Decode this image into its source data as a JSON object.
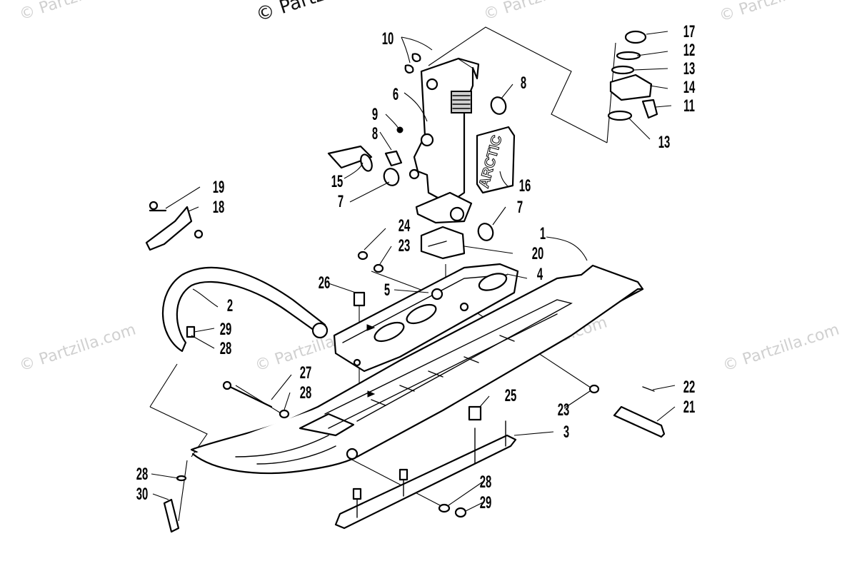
{
  "watermarks": [
    "© Partzilla.com",
    "© Partzilla.com",
    "© Partzilla.com",
    "© Partzilla.com",
    "© Partzilla.com",
    "© Partzilla.com",
    "© Partzilla.com"
  ],
  "copyright": "© Partzilla.com",
  "decal_text": "ARCTIC",
  "callouts": [
    "1",
    "2",
    "3",
    "4",
    "5",
    "6",
    "7",
    "7",
    "8",
    "8",
    "9",
    "10",
    "11",
    "12",
    "13",
    "13",
    "14",
    "15",
    "16",
    "17",
    "18",
    "19",
    "20",
    "21",
    "22",
    "23",
    "23",
    "24",
    "25",
    "26",
    "27",
    "28",
    "28",
    "28",
    "28",
    "29",
    "29",
    "30"
  ]
}
